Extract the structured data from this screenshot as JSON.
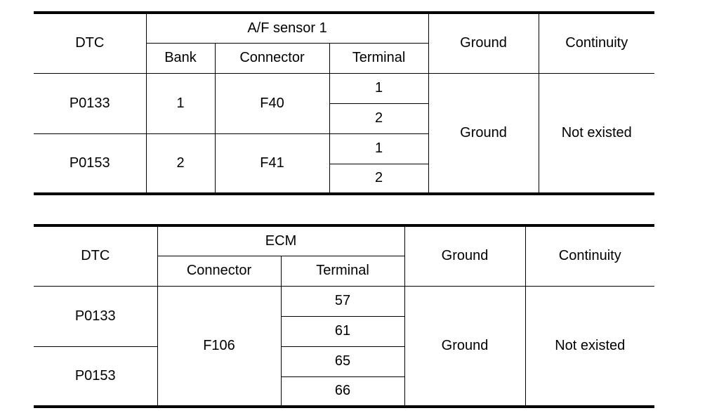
{
  "table1": {
    "headers": {
      "dtc": "DTC",
      "group": "A/F sensor 1",
      "bank": "Bank",
      "connector": "Connector",
      "terminal": "Terminal",
      "ground": "Ground",
      "continuity": "Continuity"
    },
    "rows": [
      {
        "dtc": "P0133",
        "bank": "1",
        "connector": "F40",
        "terminals": [
          "1",
          "2"
        ]
      },
      {
        "dtc": "P0153",
        "bank": "2",
        "connector": "F41",
        "terminals": [
          "1",
          "2"
        ]
      }
    ],
    "ground": "Ground",
    "continuity": "Not existed"
  },
  "table2": {
    "headers": {
      "dtc": "DTC",
      "group": "ECM",
      "connector": "Connector",
      "terminal": "Terminal",
      "ground": "Ground",
      "continuity": "Continuity"
    },
    "dtcs": [
      "P0133",
      "P0153"
    ],
    "connector": "F106",
    "terminals": [
      "57",
      "61",
      "65",
      "66"
    ],
    "ground": "Ground",
    "continuity": "Not existed"
  }
}
